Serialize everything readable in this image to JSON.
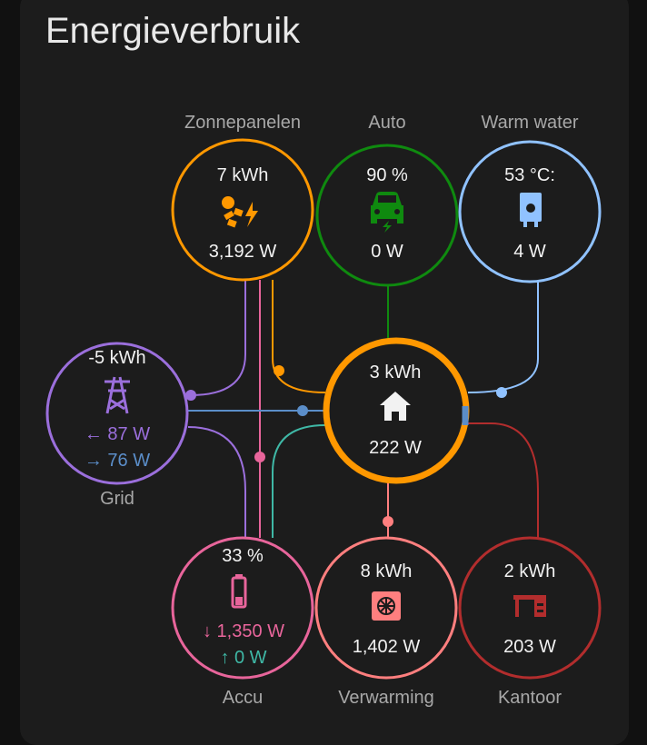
{
  "card": {
    "title": "Energieverbruik"
  },
  "nodes": {
    "solar": {
      "label": "Zonnepanelen",
      "energy": "7 kWh",
      "power": "3,192 W",
      "icon": "solar-power-icon",
      "color": "#ff9800"
    },
    "car": {
      "label": "Auto",
      "energy": "90 %",
      "power": "0 W",
      "icon": "car-electric-icon",
      "color": "#0f8a0f"
    },
    "water": {
      "label": "Warm water",
      "energy": "53 °C:",
      "power": "4 W",
      "icon": "water-boiler-icon",
      "color": "#90c2ff"
    },
    "grid": {
      "label": "Grid",
      "energy": "-5 kWh",
      "power_in": "← 87 W",
      "power_out": "→ 76 W",
      "icon": "transmission-tower-icon",
      "color": "#9b6fdc",
      "out_color": "#5b8ec9"
    },
    "home": {
      "energy": "3 kWh",
      "power": "222 W",
      "icon": "home-icon",
      "color": "#ff9800"
    },
    "battery": {
      "label": "Accu",
      "soc": "33 %",
      "discharge": "↓ 1,350 W",
      "charge": "↑ 0 W",
      "icon": "battery-icon",
      "color": "#e8659b",
      "charge_color": "#3fb8a6"
    },
    "heating": {
      "label": "Verwarming",
      "energy": "8 kWh",
      "power": "1,402 W",
      "icon": "heat-pump-icon",
      "color": "#ff7f7f"
    },
    "office": {
      "label": "Kantoor",
      "energy": "2 kWh",
      "power": "203 W",
      "icon": "desk-icon",
      "color": "#b22d2d"
    }
  }
}
